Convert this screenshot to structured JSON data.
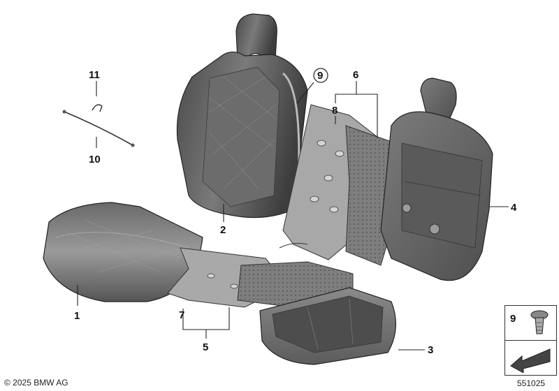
{
  "callouts": {
    "c1": "1",
    "c2": "2",
    "c3": "3",
    "c4": "4",
    "c5": "5",
    "c6": "6",
    "c7": "7",
    "c8": "8",
    "c9": "9",
    "c10": "10",
    "c11": "11"
  },
  "legend": {
    "part_number": "9"
  },
  "footer": {
    "copyright": "© 2025 BMW AG",
    "diagram_number": "551025"
  },
  "colors": {
    "leather_dark": "#5f5f5f",
    "leather_light": "#b4b4b4",
    "foam_grey": "#a9a9a9",
    "line": "#222222"
  }
}
